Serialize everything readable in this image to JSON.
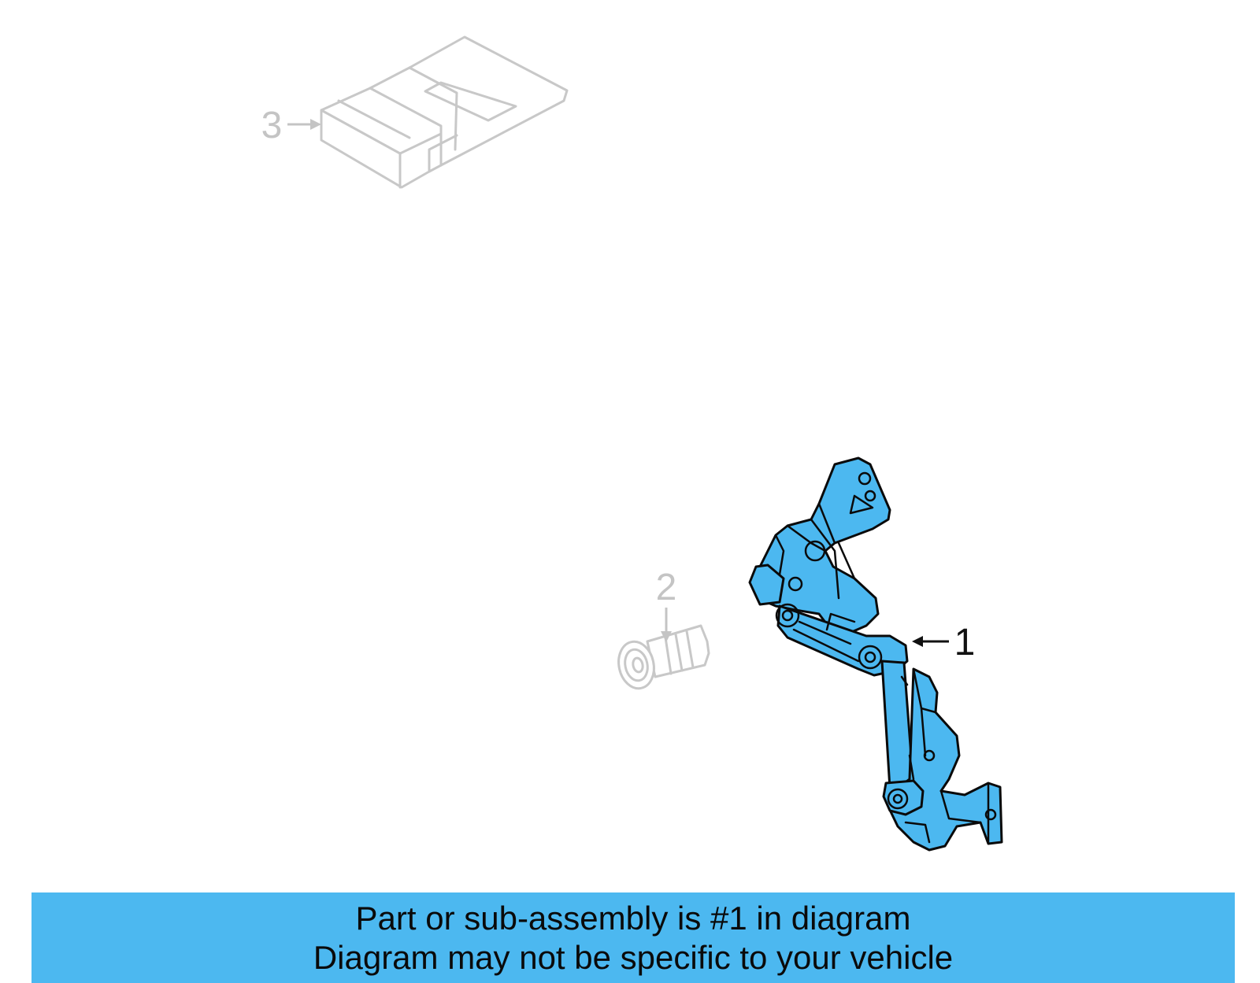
{
  "callouts": {
    "part_1": "1",
    "part_2": "2",
    "part_3": "3"
  },
  "highlighted_part": "1",
  "colors": {
    "highlight": "#4cb8f0",
    "ghost_outline": "#c8c8c8",
    "banner_background": "#4cb8f0"
  },
  "banner": {
    "line_1": "Part or sub-assembly is #1 in diagram",
    "line_2": "Diagram may not be specific to your vehicle"
  }
}
